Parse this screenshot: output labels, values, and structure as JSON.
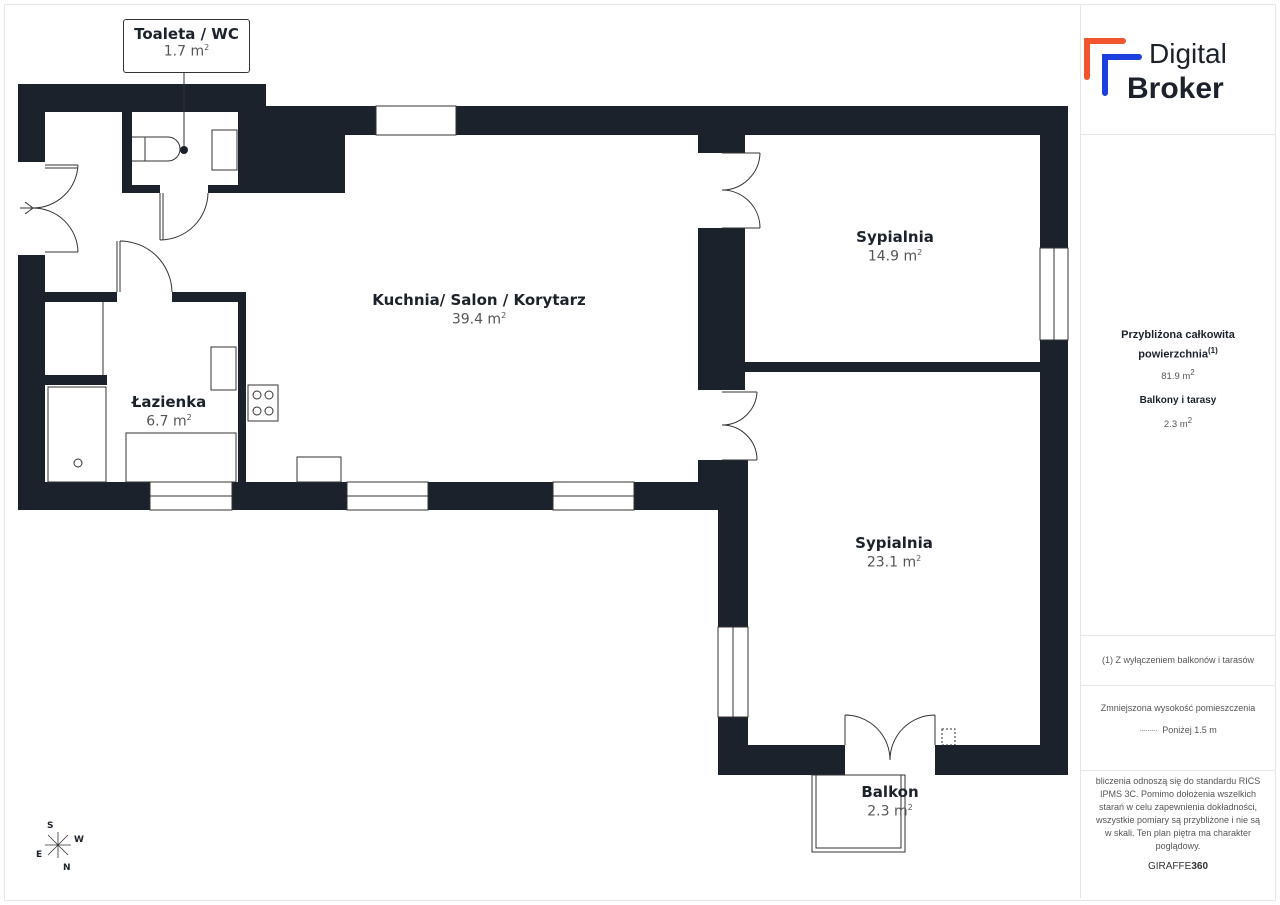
{
  "rooms": {
    "toilet": {
      "name": "Toaleta / WC",
      "area": "1.7 m",
      "sup": "2"
    },
    "kitchen": {
      "name": "Kuchnia/ Salon / Korytarz",
      "area": "39.4 m",
      "sup": "2"
    },
    "bedroom1": {
      "name": "Sypialnia",
      "area": "14.9 m",
      "sup": "2"
    },
    "bedroom2": {
      "name": "Sypialnia",
      "area": "23.1 m",
      "sup": "2"
    },
    "bathroom": {
      "name": "Łazienka",
      "area": "6.7 m",
      "sup": "2"
    },
    "balcony": {
      "name": "Balkon",
      "area": "2.3 m",
      "sup": "2"
    }
  },
  "compass": {
    "s": "S",
    "w": "W",
    "e": "E",
    "n": "N"
  },
  "panel": {
    "logo_line1": "Digital",
    "logo_line2": "Broker",
    "total_label_1": "Przybliżona całkowita",
    "total_label_2": "powierzchnia",
    "total_note": "(1)",
    "total_value": "81.9 m",
    "balcony_label": "Balkony i tarasy",
    "balcony_value": "2.3 m",
    "sup": "2",
    "footnote": "(1) Z wyłączeniem balkonów i tarasów",
    "reduced_height": "Zmniejszona wysokość pomieszczenia",
    "below_height": "Poniżej 1.5 m",
    "disclaimer": "bliczenia odnoszą się do standardu RICS IPMS 3C. Pomimo dołożenia wszelkich starań w celu zapewnienia dokładności, wszystkie pomiary są przybliżone i nie są w skali. Ten plan piętra ma charakter poglądowy.",
    "brand_a": "GIRAFFE",
    "brand_b": "360"
  },
  "colors": {
    "wall": "#1b222b",
    "logo_orange": "#f2542d",
    "logo_blue": "#1c3fe0"
  }
}
